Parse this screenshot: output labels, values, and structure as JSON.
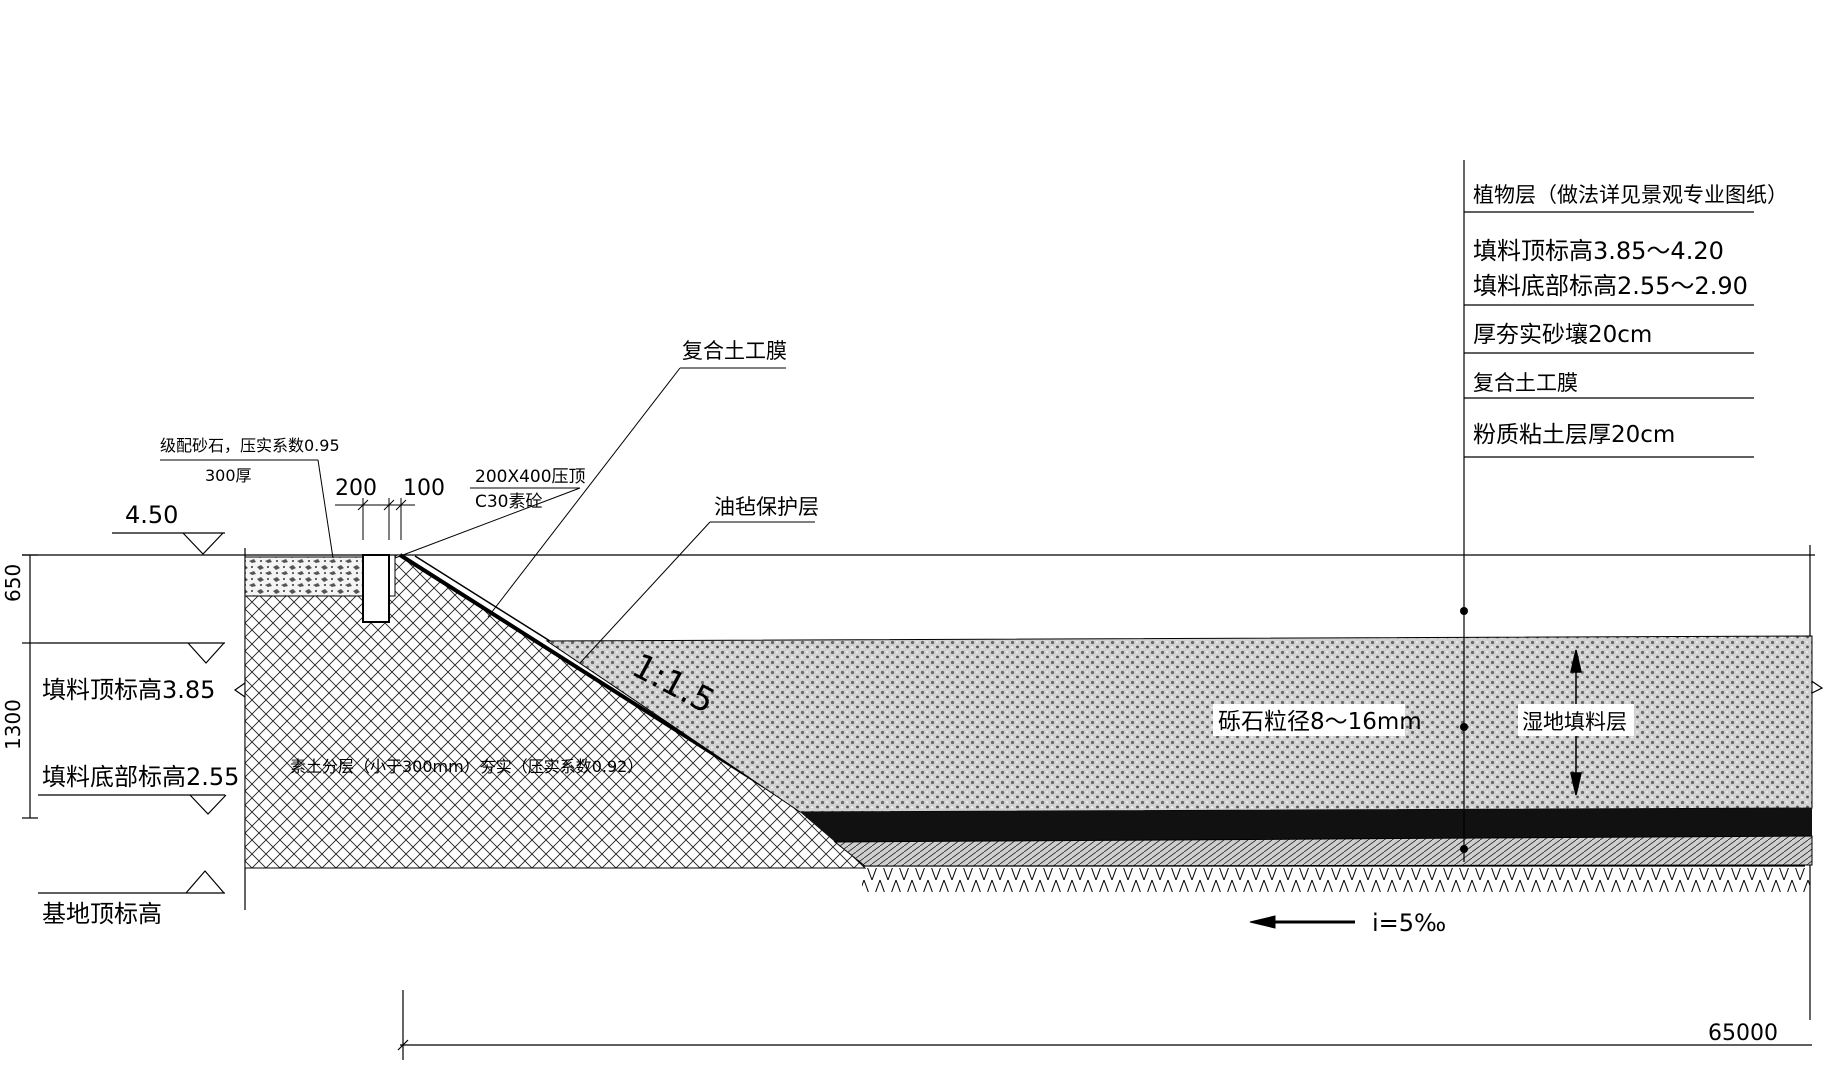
{
  "elevations": {
    "top": "4.50",
    "fill_top": "填料顶标高3.85",
    "fill_bottom": "填料底部标高2.55",
    "base_top": "基地顶标高"
  },
  "dimensions": {
    "d650": "650",
    "d1300": "1300",
    "d200": "200",
    "d100": "100",
    "total": "65000"
  },
  "callouts": {
    "gravel_line1": "级配砂石，压实系数0.95",
    "gravel_line2": "300厚",
    "curb_line1": "200X400压顶",
    "curb_line2": "C30素砼",
    "geomembrane": "复合土工膜",
    "felt": "油毡保护层",
    "slope": "1:1.5",
    "plain_soil": "素土分层（小于300mm）夯实（压实系数0.92）",
    "gravel_size": "砾石粒径8～16mm",
    "wetland_fill": "湿地填料层",
    "grade": "i=5‰"
  },
  "legend": [
    "植物层（做法详见景观专业图纸）",
    "填料顶标高3.85～4.20",
    "填料底部标高2.55～2.90",
    "厚夯实砂壤20cm",
    "复合土工膜",
    "粉质粘土层厚20cm"
  ]
}
